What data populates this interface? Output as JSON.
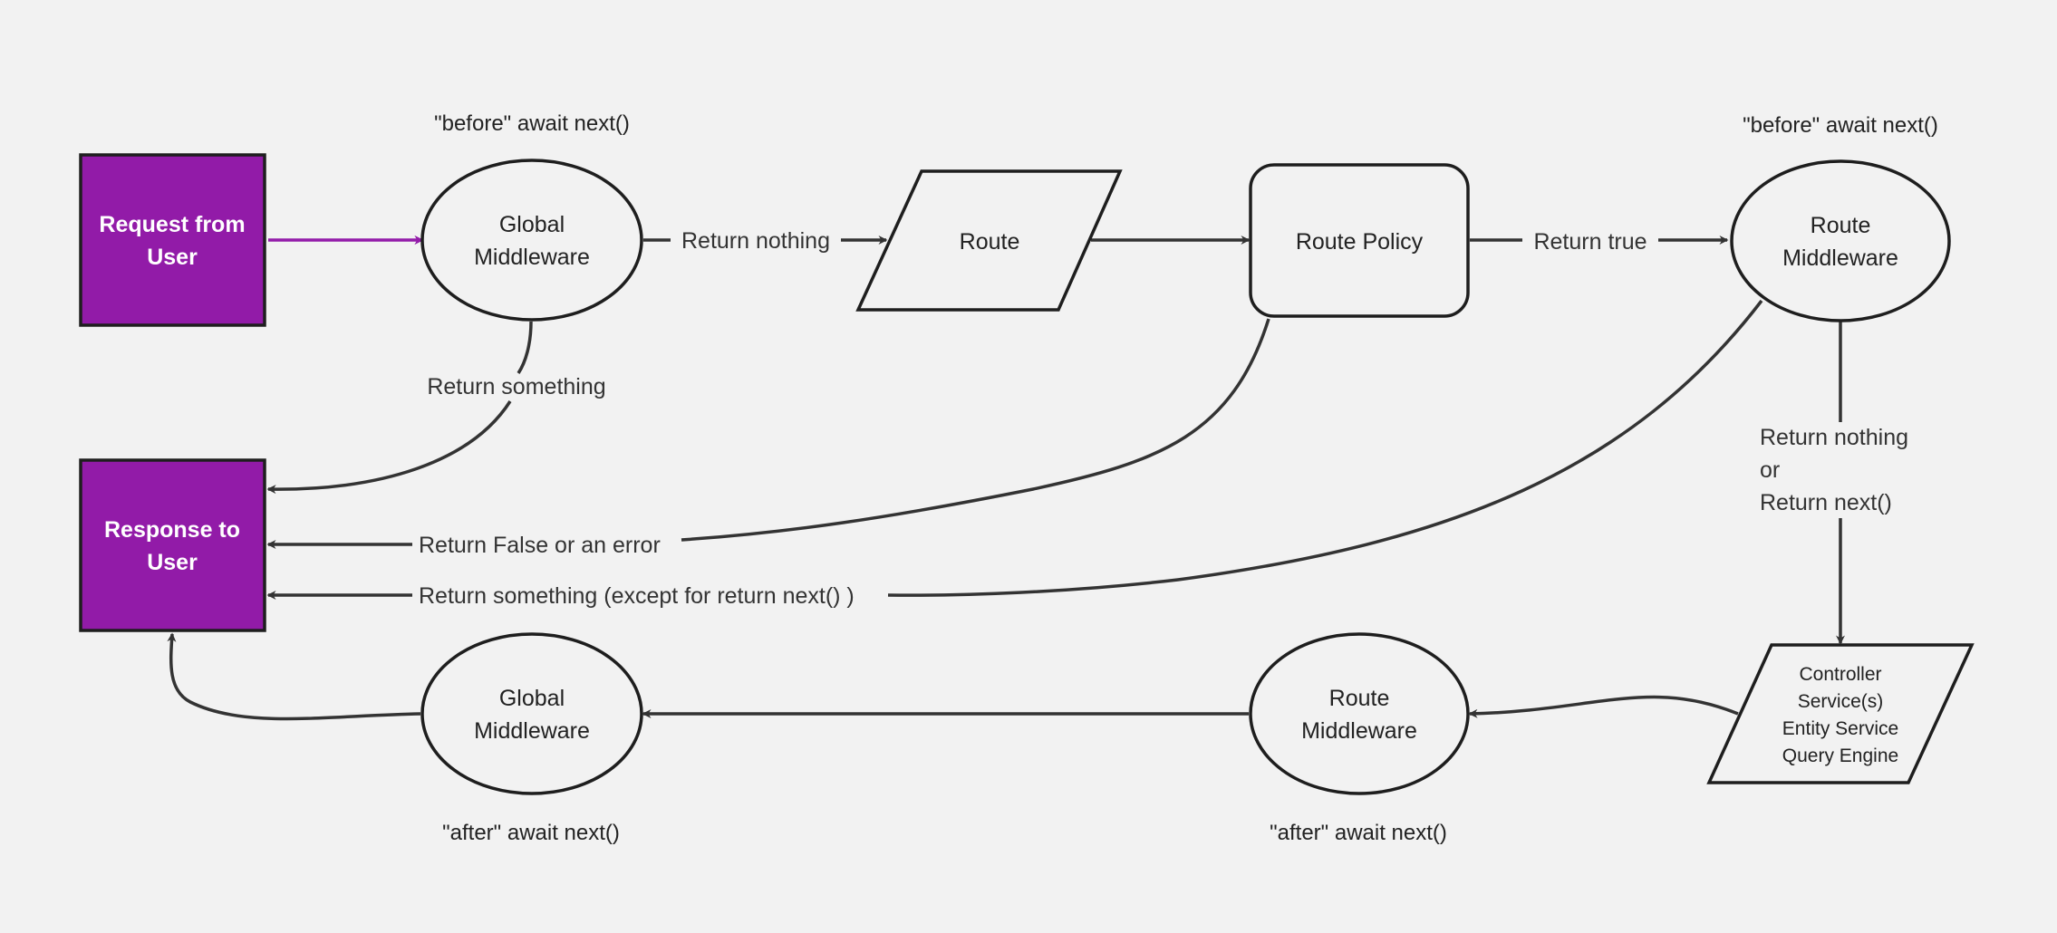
{
  "colors": {
    "background": "#f2f2f2",
    "accent_fill": "#921ba8",
    "accent_arrow": "#931ca9",
    "stroke": "#1e1e1e",
    "node_fill": "#f2f2f2"
  },
  "nodes": {
    "request": {
      "line1": "Request from",
      "line2": "User"
    },
    "response": {
      "line1": "Response to",
      "line2": "User"
    },
    "global_mw_top": {
      "line1": "Global",
      "line2": "Middleware"
    },
    "route": {
      "label": "Route"
    },
    "route_policy": {
      "label": "Route Policy"
    },
    "route_mw_top": {
      "line1": "Route",
      "line2": "Middleware"
    },
    "controller": {
      "line1": "Controller",
      "line2": "Service(s)",
      "line3": "Entity Service",
      "line4": "Query Engine"
    },
    "route_mw_bottom": {
      "line1": "Route",
      "line2": "Middleware"
    },
    "global_mw_bottom": {
      "line1": "Global",
      "line2": "Middleware"
    }
  },
  "captions": {
    "global_before": "\"before\" await next()",
    "route_before": "\"before\" await next()",
    "global_after": "\"after\" await next()",
    "route_after": "\"after\" await next()"
  },
  "edge_labels": {
    "return_nothing": "Return nothing",
    "return_true": "Return true",
    "return_something": "Return something",
    "return_false": "Return False or an error",
    "return_something_except": "Return something (except for return next() )",
    "route_mw_line1": "Return nothing",
    "route_mw_line2": "or",
    "route_mw_line3": "Return next()"
  }
}
